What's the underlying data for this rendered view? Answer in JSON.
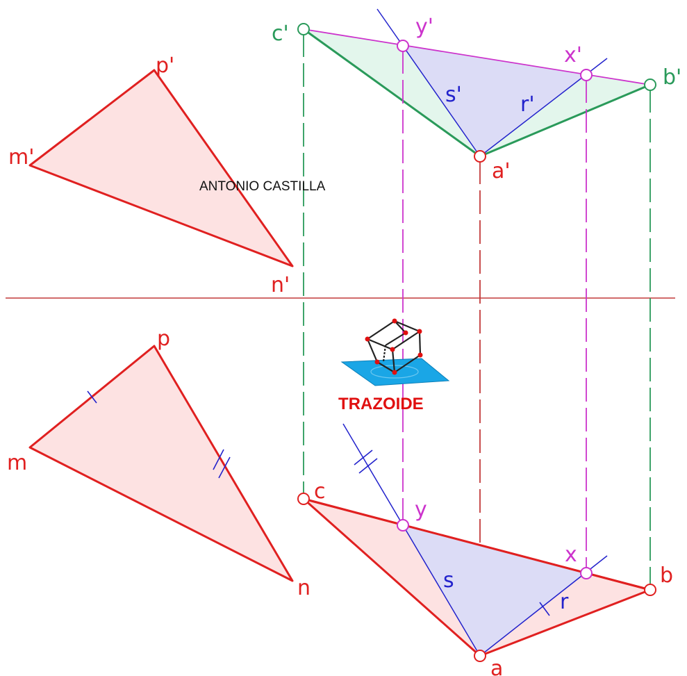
{
  "author": "ANTONIO CASTILLA",
  "brand": "TRAZOIDE",
  "colors": {
    "red": "#e02020",
    "green": "#2a9a5a",
    "magenta": "#cc33cc",
    "blue": "#2222cc",
    "pink_fill": "#fde2e2",
    "green_fill": "#e3f6ec",
    "blue_fill": "#dcdcf6",
    "ground_line": "#c23a3a",
    "logo_plane": "#1aa6e6"
  },
  "labels": {
    "m_prime": "m'",
    "p_prime": "p'",
    "n_prime": "n'",
    "m": "m",
    "p": "p",
    "n": "n",
    "c_prime": "c'",
    "y_prime": "y'",
    "x_prime": "x'",
    "b_prime": "b'",
    "a_prime": "a'",
    "s_prime": "s'",
    "r_prime": "r'",
    "c": "c",
    "y": "y",
    "x": "x",
    "b": "b",
    "a": "a",
    "s": "s",
    "r": "r"
  }
}
